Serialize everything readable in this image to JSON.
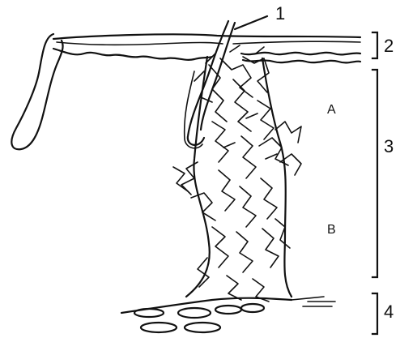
{
  "labels": {
    "callout_1": "1",
    "bracket_2": "2",
    "bracket_3": "3",
    "bracket_4": "4",
    "zone_a": "A",
    "zone_b": "B"
  },
  "colors": {
    "ink": "#111111",
    "background": "#ffffff"
  }
}
